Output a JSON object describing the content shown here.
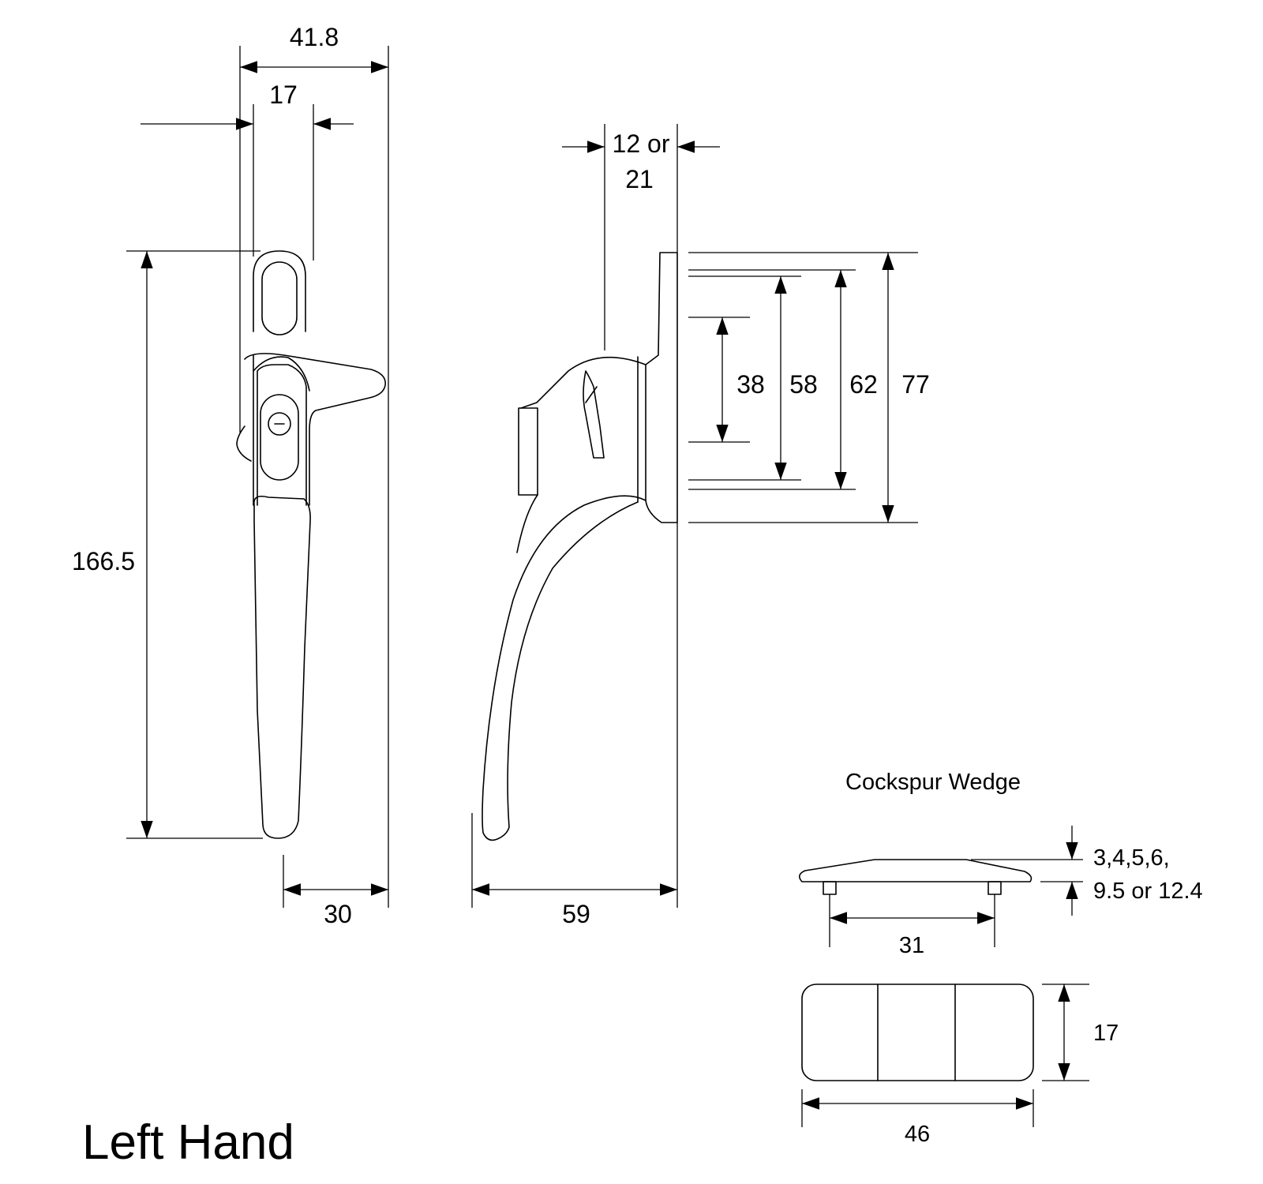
{
  "title": "Left Hand",
  "front_view": {
    "width_overall": "41.8",
    "width_top": "17",
    "height": "166.5",
    "width_bottom": "30"
  },
  "side_view": {
    "spindle": [
      "12 or",
      "21"
    ],
    "projection": "59",
    "dims": [
      "38",
      "58",
      "62",
      "77"
    ]
  },
  "wedge": {
    "heading": "Cockspur Wedge",
    "thickness": [
      "3,4,5,6,",
      "9.5 or 12.4"
    ],
    "pin_spacing": "31",
    "width": "17",
    "length": "46"
  }
}
